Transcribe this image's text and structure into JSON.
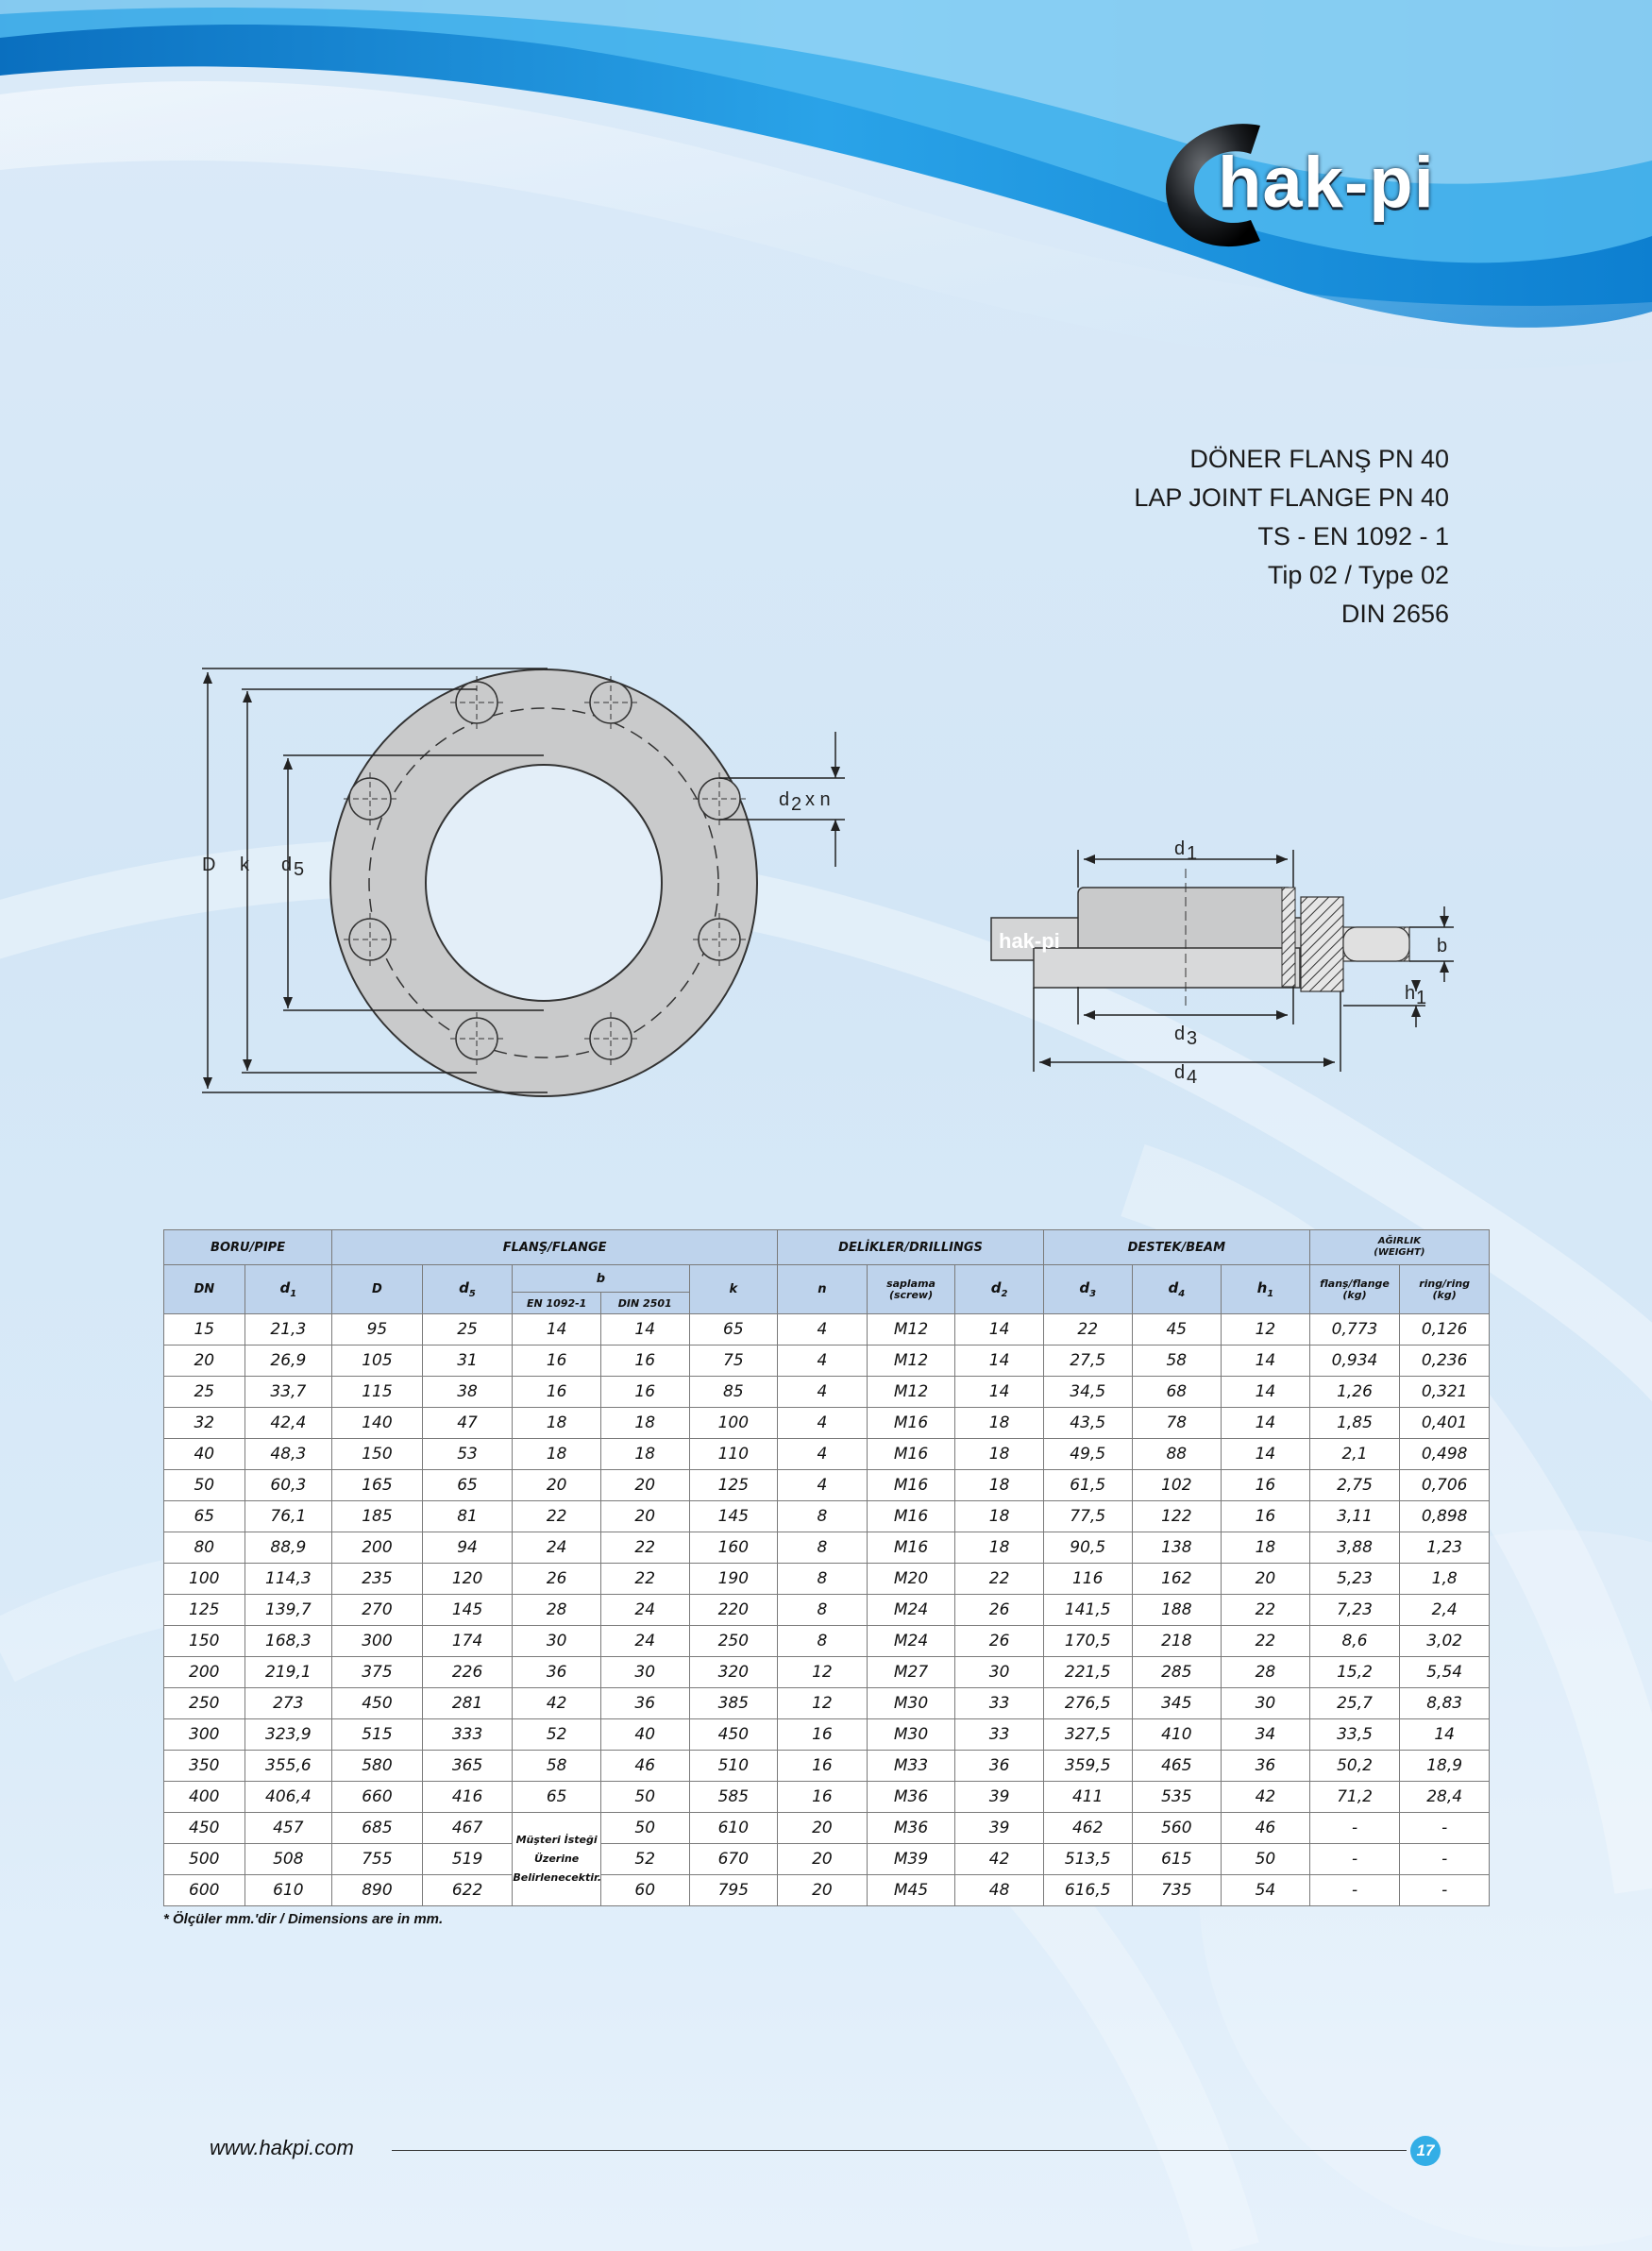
{
  "brand": {
    "logo_text": "hak-pi",
    "small_logo_text": "hak-pi"
  },
  "titles": [
    "DÖNER FLANŞ PN 40",
    "LAP JOINT FLANGE PN 40",
    "TS - EN 1092 - 1",
    "Tip 02 / Type 02",
    "DIN 2656"
  ],
  "diagram_labels": {
    "D": "D",
    "k": "k",
    "d5": "d",
    "d5_sub": "5",
    "d2n": "d",
    "d2n_sub": "2",
    "d2n_suffix": "x n",
    "d1": "d",
    "d1_sub": "1",
    "d3": "d",
    "d3_sub": "3",
    "d4": "d",
    "d4_sub": "4",
    "b": "b",
    "h1": "h",
    "h1_sub": "1"
  },
  "table": {
    "group_headers": [
      "BORU/PIPE",
      "FLANŞ/FLANGE",
      "DELİKLER/DRILLINGS",
      "DESTEK/BEAM",
      "AĞIRLIK\n(WEIGHT)"
    ],
    "col_headers": {
      "DN": "DN",
      "d1": "d",
      "d1_sub": "1",
      "D": "D",
      "d5": "d",
      "d5_sub": "5",
      "b": "b",
      "b_en": "EN 1092-1",
      "b_din": "DIN 2501",
      "k": "k",
      "n": "n",
      "saplama": "saplama\n(screw)",
      "d2": "d",
      "d2_sub": "2",
      "d3": "d",
      "d3_sub": "3",
      "d4": "d",
      "d4_sub": "4",
      "h1": "h",
      "h1_sub": "1",
      "flange": "flanş/flange\n(kg)",
      "ring": "ring/ring\n(kg)"
    },
    "note_cell": "Müşteri İsteği\nÜzerine\nBelirlenecektir.",
    "rows": [
      [
        "15",
        "21,3",
        "95",
        "25",
        "14",
        "14",
        "65",
        "4",
        "M12",
        "14",
        "22",
        "45",
        "12",
        "0,773",
        "0,126"
      ],
      [
        "20",
        "26,9",
        "105",
        "31",
        "16",
        "16",
        "75",
        "4",
        "M12",
        "14",
        "27,5",
        "58",
        "14",
        "0,934",
        "0,236"
      ],
      [
        "25",
        "33,7",
        "115",
        "38",
        "16",
        "16",
        "85",
        "4",
        "M12",
        "14",
        "34,5",
        "68",
        "14",
        "1,26",
        "0,321"
      ],
      [
        "32",
        "42,4",
        "140",
        "47",
        "18",
        "18",
        "100",
        "4",
        "M16",
        "18",
        "43,5",
        "78",
        "14",
        "1,85",
        "0,401"
      ],
      [
        "40",
        "48,3",
        "150",
        "53",
        "18",
        "18",
        "110",
        "4",
        "M16",
        "18",
        "49,5",
        "88",
        "14",
        "2,1",
        "0,498"
      ],
      [
        "50",
        "60,3",
        "165",
        "65",
        "20",
        "20",
        "125",
        "4",
        "M16",
        "18",
        "61,5",
        "102",
        "16",
        "2,75",
        "0,706"
      ],
      [
        "65",
        "76,1",
        "185",
        "81",
        "22",
        "20",
        "145",
        "8",
        "M16",
        "18",
        "77,5",
        "122",
        "16",
        "3,11",
        "0,898"
      ],
      [
        "80",
        "88,9",
        "200",
        "94",
        "24",
        "22",
        "160",
        "8",
        "M16",
        "18",
        "90,5",
        "138",
        "18",
        "3,88",
        "1,23"
      ],
      [
        "100",
        "114,3",
        "235",
        "120",
        "26",
        "22",
        "190",
        "8",
        "M20",
        "22",
        "116",
        "162",
        "20",
        "5,23",
        "1,8"
      ],
      [
        "125",
        "139,7",
        "270",
        "145",
        "28",
        "24",
        "220",
        "8",
        "M24",
        "26",
        "141,5",
        "188",
        "22",
        "7,23",
        "2,4"
      ],
      [
        "150",
        "168,3",
        "300",
        "174",
        "30",
        "24",
        "250",
        "8",
        "M24",
        "26",
        "170,5",
        "218",
        "22",
        "8,6",
        "3,02"
      ],
      [
        "200",
        "219,1",
        "375",
        "226",
        "36",
        "30",
        "320",
        "12",
        "M27",
        "30",
        "221,5",
        "285",
        "28",
        "15,2",
        "5,54"
      ],
      [
        "250",
        "273",
        "450",
        "281",
        "42",
        "36",
        "385",
        "12",
        "M30",
        "33",
        "276,5",
        "345",
        "30",
        "25,7",
        "8,83"
      ],
      [
        "300",
        "323,9",
        "515",
        "333",
        "52",
        "40",
        "450",
        "16",
        "M30",
        "33",
        "327,5",
        "410",
        "34",
        "33,5",
        "14"
      ],
      [
        "350",
        "355,6",
        "580",
        "365",
        "58",
        "46",
        "510",
        "16",
        "M33",
        "36",
        "359,5",
        "465",
        "36",
        "50,2",
        "18,9"
      ],
      [
        "400",
        "406,4",
        "660",
        "416",
        "65",
        "50",
        "585",
        "16",
        "M36",
        "39",
        "411",
        "535",
        "42",
        "71,2",
        "28,4"
      ],
      [
        "450",
        "457",
        "685",
        "467",
        "",
        "50",
        "610",
        "20",
        "M36",
        "39",
        "462",
        "560",
        "46",
        "-",
        "-"
      ],
      [
        "500",
        "508",
        "755",
        "519",
        "",
        "52",
        "670",
        "20",
        "M39",
        "42",
        "513,5",
        "615",
        "50",
        "-",
        "-"
      ],
      [
        "600",
        "610",
        "890",
        "622",
        "",
        "60",
        "795",
        "20",
        "M45",
        "48",
        "616,5",
        "735",
        "54",
        "-",
        "-"
      ]
    ]
  },
  "footnote": "* Ölçüler mm.'dir / Dimensions are in mm.",
  "website": "www.hakpi.com",
  "page_number": "17",
  "colors": {
    "accent": "#33aee6",
    "header_bg": "#bed3ec",
    "wave": "#1e8fd6"
  }
}
